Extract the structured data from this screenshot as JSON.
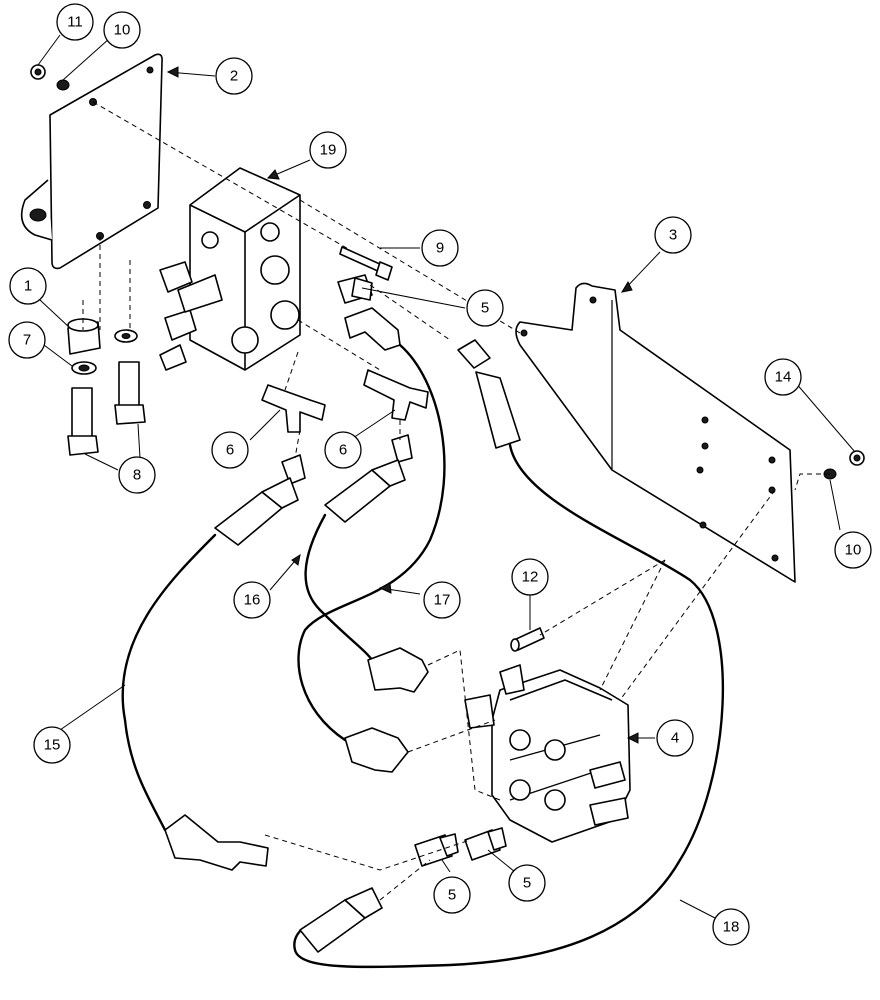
{
  "callouts": {
    "c1": "1",
    "c2": "2",
    "c3": "3",
    "c4": "4",
    "c5a": "5",
    "c5b": "5",
    "c5c": "5",
    "c6a": "6",
    "c6b": "6",
    "c7": "7",
    "c8": "8",
    "c9": "9",
    "c10a": "10",
    "c10b": "10",
    "c11": "11",
    "c12": "12",
    "c14": "14",
    "c15": "15",
    "c16": "16",
    "c17": "17",
    "c18": "18",
    "c19": "19"
  }
}
